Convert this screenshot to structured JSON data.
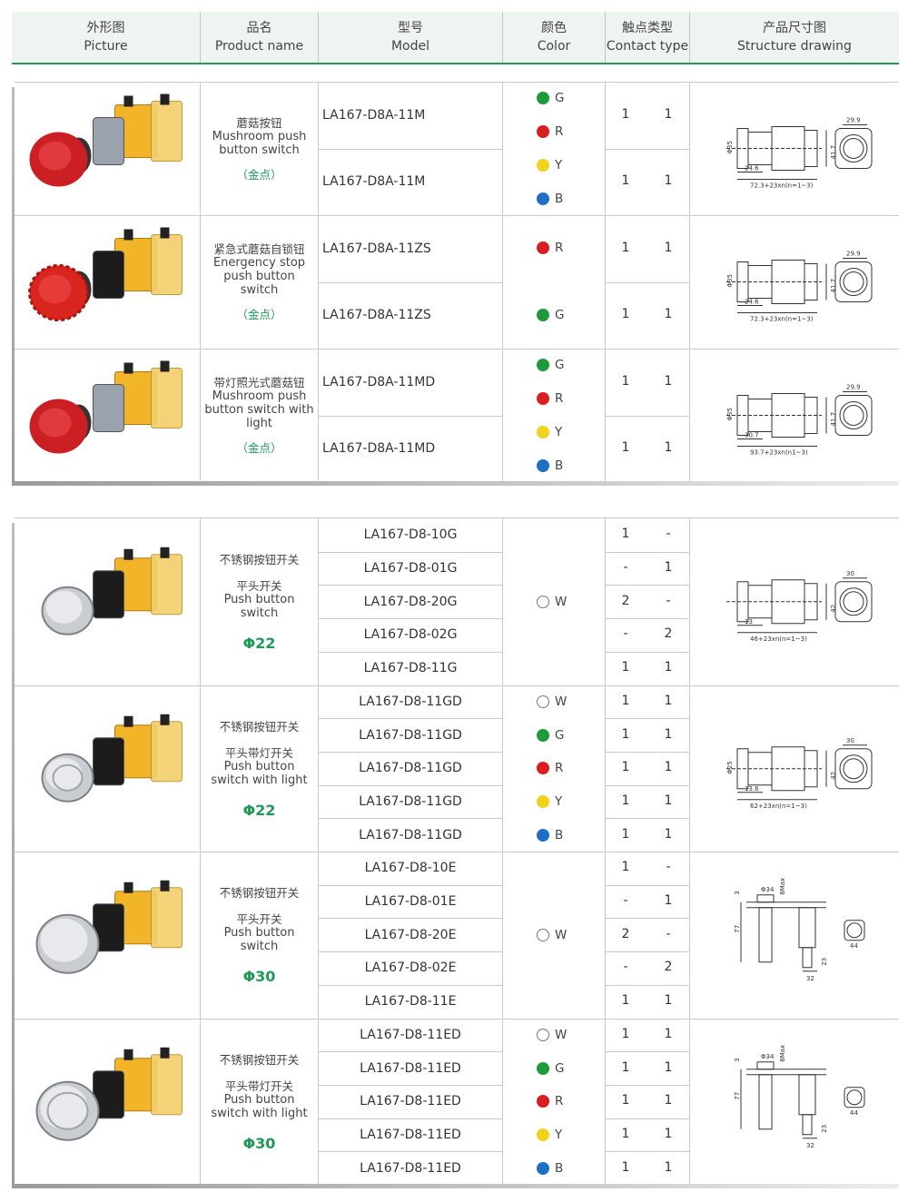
{
  "header": {
    "picture_zh": "外形图",
    "picture_en": "Picture",
    "name_zh": "品名",
    "name_en": "Product name",
    "model_zh": "型号",
    "model_en": "Model",
    "color_zh": "颜色",
    "color_en": "Color",
    "contact_zh": "触点类型",
    "contact_en": "Contact type",
    "drawing_zh": "产品尺寸图",
    "drawing_en": "Structure drawing"
  },
  "colors": {
    "G": "#1f9a3a",
    "R": "#d81e1e",
    "Y": "#f2d21b",
    "B": "#1f6fc8",
    "W": "#ffffff",
    "accent": "#1f9a57"
  },
  "group1": [
    {
      "name_zh": "蘑菇按钮",
      "name_en": "Mushroom push button switch",
      "note": "（金点）",
      "models": [
        "LA167-D8A-11M",
        "LA167-D8A-11M"
      ],
      "colors": [
        "G",
        "R",
        "Y",
        "B"
      ],
      "contacts": [
        [
          "1",
          "1"
        ],
        [
          "1",
          "1"
        ]
      ],
      "dims": {
        "d": "Φ35",
        "w": "29.9",
        "h": "41.7",
        "a": "24.6",
        "l": "72.3+23xn(n=1~3)"
      }
    },
    {
      "name_zh": "紧急式蘑菇自锁钮",
      "name_en": "Energency stop push button switch",
      "note": "（金点）",
      "models": [
        "LA167-D8A-11ZS",
        "LA167-D8A-11ZS"
      ],
      "colors": [
        "R",
        "G"
      ],
      "contacts": [
        [
          "1",
          "1"
        ],
        [
          "1",
          "1"
        ]
      ],
      "dims": {
        "d": "Φ35",
        "w": "29.9",
        "h": "41.7",
        "a": "24.6",
        "l": "72.3+23xn(n=1~3)"
      }
    },
    {
      "name_zh": "带灯照光式蘑菇钮",
      "name_en": "Mushroom push button switch with light",
      "note": "（金点）",
      "models": [
        "LA167-D8A-11MD",
        "LA167-D8A-11MD"
      ],
      "colors": [
        "G",
        "R",
        "Y",
        "B"
      ],
      "contacts": [
        [
          "1",
          "1"
        ],
        [
          "1",
          "1"
        ]
      ],
      "dims": {
        "d": "Φ35",
        "w": "29.9",
        "h": "41.7",
        "a": "30.7",
        "l": "93.7+23xn(n1~3)"
      }
    }
  ],
  "group2": [
    {
      "name_zh": "不锈钢按钮开关",
      "sub_zh": "平头开关",
      "name_en": "Push button switch",
      "phi": "Φ22",
      "models": [
        "LA167-D8-10G",
        "LA167-D8-01G",
        "LA167-D8-20G",
        "LA167-D8-02G",
        "LA167-D8-11G"
      ],
      "colors": [
        "W"
      ],
      "contacts": [
        [
          "1",
          "-"
        ],
        [
          "-",
          "1"
        ],
        [
          "2",
          "-"
        ],
        [
          "-",
          "2"
        ],
        [
          "1",
          "1"
        ]
      ],
      "dims": {
        "w": "30",
        "h": "42",
        "a": "13",
        "l": "46+23xn(n=1~3)"
      }
    },
    {
      "name_zh": "不锈钢按钮开关",
      "sub_zh": "平头带灯开关",
      "name_en": "Push button switch with light",
      "phi": "Φ22",
      "models": [
        "LA167-D8-11GD",
        "LA167-D8-11GD",
        "LA167-D8-11GD",
        "LA167-D8-11GD",
        "LA167-D8-11GD"
      ],
      "colors": [
        "W",
        "G",
        "R",
        "Y",
        "B"
      ],
      "contacts": [
        [
          "1",
          "1"
        ],
        [
          "1",
          "1"
        ],
        [
          "1",
          "1"
        ],
        [
          "1",
          "1"
        ],
        [
          "1",
          "1"
        ]
      ],
      "dims": {
        "d": "Φ25",
        "w": "30",
        "h": "42",
        "a": "13.6",
        "l": "62+23xn(n=1~3)"
      }
    },
    {
      "name_zh": "不锈钢按钮开关",
      "sub_zh": "平头开关",
      "name_en": "Push button switch",
      "phi": "Φ30",
      "models": [
        "LA167-D8-10E",
        "LA167-D8-01E",
        "LA167-D8-20E",
        "LA167-D8-02E",
        "LA167-D8-11E"
      ],
      "colors": [
        "W"
      ],
      "contacts": [
        [
          "1",
          "-"
        ],
        [
          "-",
          "1"
        ],
        [
          "2",
          "-"
        ],
        [
          "-",
          "2"
        ],
        [
          "1",
          "1"
        ]
      ],
      "dims": {
        "d": "Φ34",
        "m": "8Max",
        "t": "3",
        "h": "77",
        "w": "44",
        "b": "32",
        "c": "23"
      }
    },
    {
      "name_zh": "不锈钢按钮开关",
      "sub_zh": "平头带灯开关",
      "name_en": "Push button switch with light",
      "phi": "Φ30",
      "models": [
        "LA167-D8-11ED",
        "LA167-D8-11ED",
        "LA167-D8-11ED",
        "LA167-D8-11ED",
        "LA167-D8-11ED"
      ],
      "colors": [
        "W",
        "G",
        "R",
        "Y",
        "B"
      ],
      "contacts": [
        [
          "1",
          "1"
        ],
        [
          "1",
          "1"
        ],
        [
          "1",
          "1"
        ],
        [
          "1",
          "1"
        ],
        [
          "1",
          "1"
        ]
      ],
      "dims": {
        "d": "Φ34",
        "m": "8Max",
        "t": "3",
        "h": "77",
        "w": "44",
        "b": "32",
        "c": "23"
      }
    }
  ]
}
